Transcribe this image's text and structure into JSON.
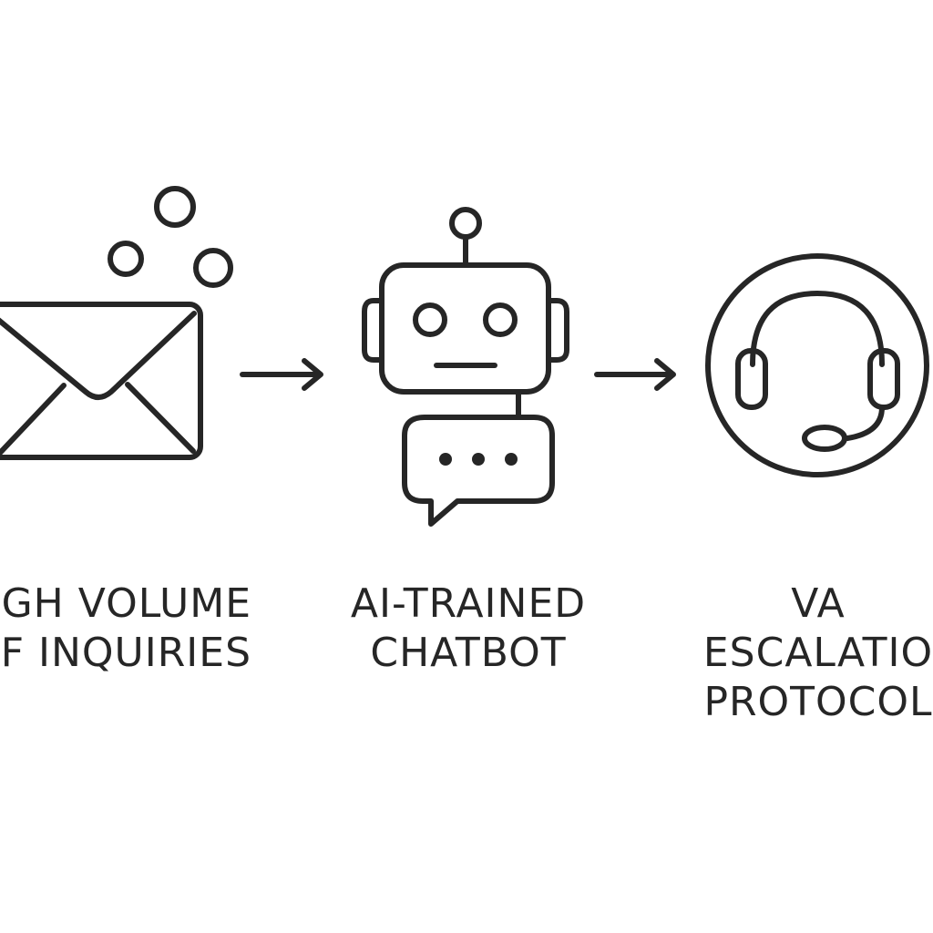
{
  "colors": {
    "stroke": "#262626",
    "text": "#262626",
    "background": "#ffffff"
  },
  "steps": [
    {
      "icon": "envelope-icon",
      "lines": [
        "GH VOLUME",
        "F INQUIRIES"
      ]
    },
    {
      "icon": "robot-chatbot-icon",
      "lines": [
        "AI-TRAINED",
        "CHATBOT"
      ]
    },
    {
      "icon": "headset-icon",
      "lines": [
        "VA",
        "ESCALATIO",
        "PROTOCOL"
      ]
    }
  ],
  "connectors": [
    "arrow-right-icon",
    "arrow-right-icon"
  ]
}
